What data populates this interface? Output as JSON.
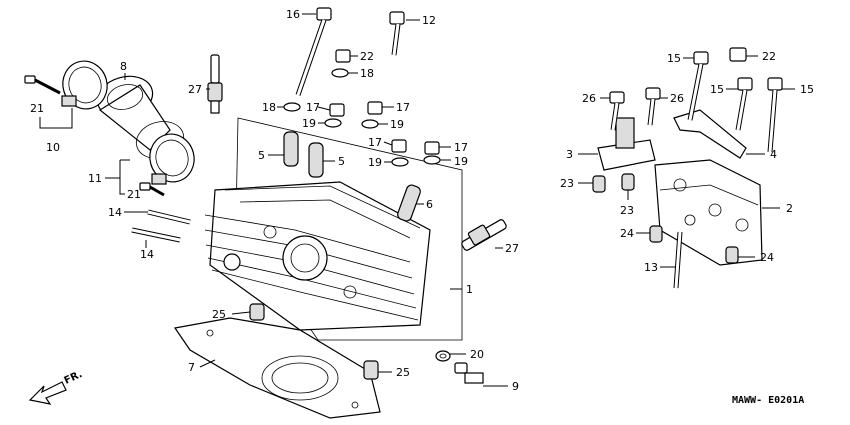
{
  "code": "MAWW- E0201A",
  "fr": "FR.",
  "callouts": [
    {
      "text": "16"
    },
    {
      "text": "12"
    },
    {
      "text": "22"
    },
    {
      "text": "18"
    },
    {
      "text": "27"
    },
    {
      "text": "8"
    },
    {
      "text": "21"
    },
    {
      "text": "10"
    },
    {
      "text": "18"
    },
    {
      "text": "17"
    },
    {
      "text": "17"
    },
    {
      "text": "19"
    },
    {
      "text": "19"
    },
    {
      "text": "5"
    },
    {
      "text": "5"
    },
    {
      "text": "17"
    },
    {
      "text": "17"
    },
    {
      "text": "19"
    },
    {
      "text": "19"
    },
    {
      "text": "11"
    },
    {
      "text": "21"
    },
    {
      "text": "6"
    },
    {
      "text": "14"
    },
    {
      "text": "14"
    },
    {
      "text": "27"
    },
    {
      "text": "1"
    },
    {
      "text": "25"
    },
    {
      "text": "7"
    },
    {
      "text": "25"
    },
    {
      "text": "20"
    },
    {
      "text": "9"
    },
    {
      "text": "15"
    },
    {
      "text": "22"
    },
    {
      "text": "26"
    },
    {
      "text": "26"
    },
    {
      "text": "15"
    },
    {
      "text": "15"
    },
    {
      "text": "3"
    },
    {
      "text": "4"
    },
    {
      "text": "23"
    },
    {
      "text": "23"
    },
    {
      "text": "2"
    },
    {
      "text": "24"
    },
    {
      "text": "13"
    },
    {
      "text": "24"
    }
  ]
}
